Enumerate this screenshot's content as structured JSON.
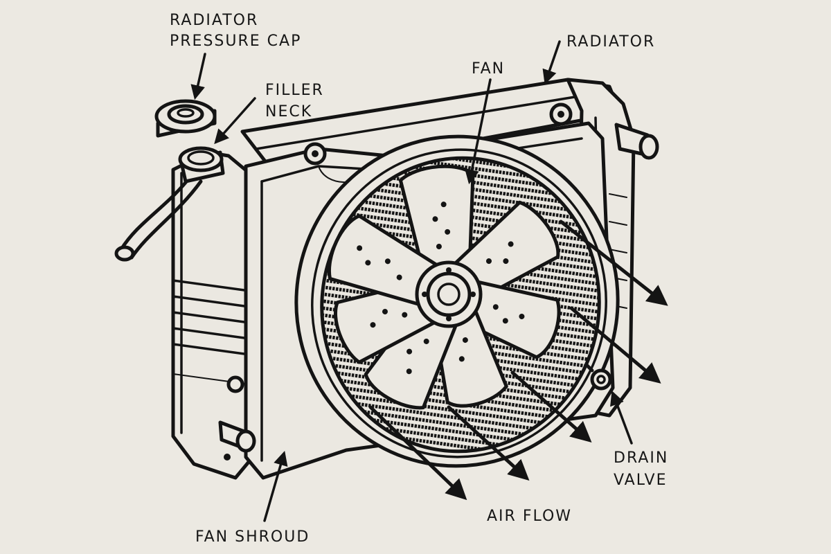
{
  "labels": {
    "pressure_cap_line1": "RADIATOR",
    "pressure_cap_line2": "PRESSURE CAP",
    "filler_neck_line1": "FILLER",
    "filler_neck_line2": "NECK",
    "fan": "FAN",
    "radiator": "RADIATOR",
    "drain_valve_line1": "DRAIN",
    "drain_valve_line2": "VALVE",
    "air_flow": "AIR FLOW",
    "fan_shroud": "FAN SHROUD"
  },
  "colors": {
    "paper": "#ece9e2",
    "ink": "#141414"
  }
}
